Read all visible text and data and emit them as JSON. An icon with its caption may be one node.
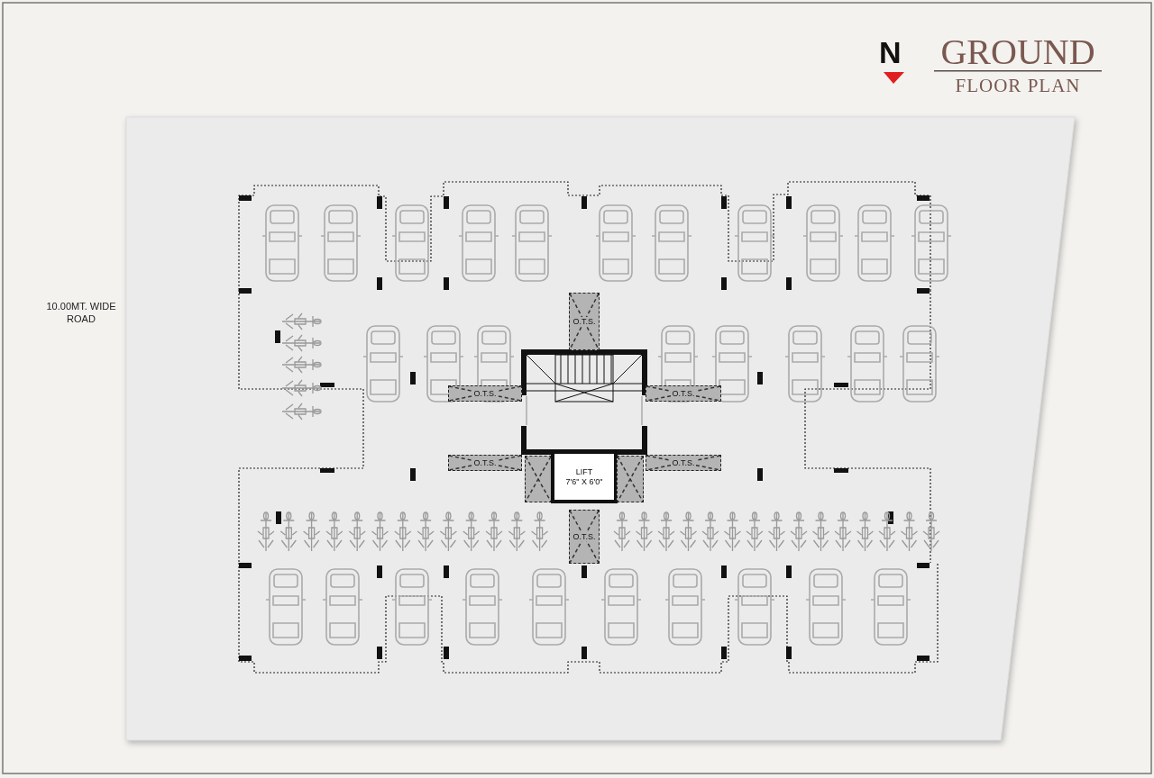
{
  "diagram": {
    "title": "GROUND FLOOR PLAN",
    "nodes": [
      {
        "text": [
          "O.T.S."
        ]
      },
      {
        "text": [
          "O.T.S."
        ]
      },
      {
        "text": [
          "O.T.S."
        ]
      },
      {
        "text": [
          "O.T.S."
        ]
      },
      {
        "text": [],
        "shape": "box"
      },
      {
        "text": [
          "LIFT",
          "7'6\" X 6'0\""
        ]
      },
      {
        "text": [],
        "shape": "box"
      },
      {
        "text": [
          "O.T.S."
        ]
      },
      {
        "text": [
          "O.T.S."
        ]
      }
    ],
    "edges": [],
    "labels": [
      "N",
      "10.00MT. WIDE ROAD"
    ]
  }
}
